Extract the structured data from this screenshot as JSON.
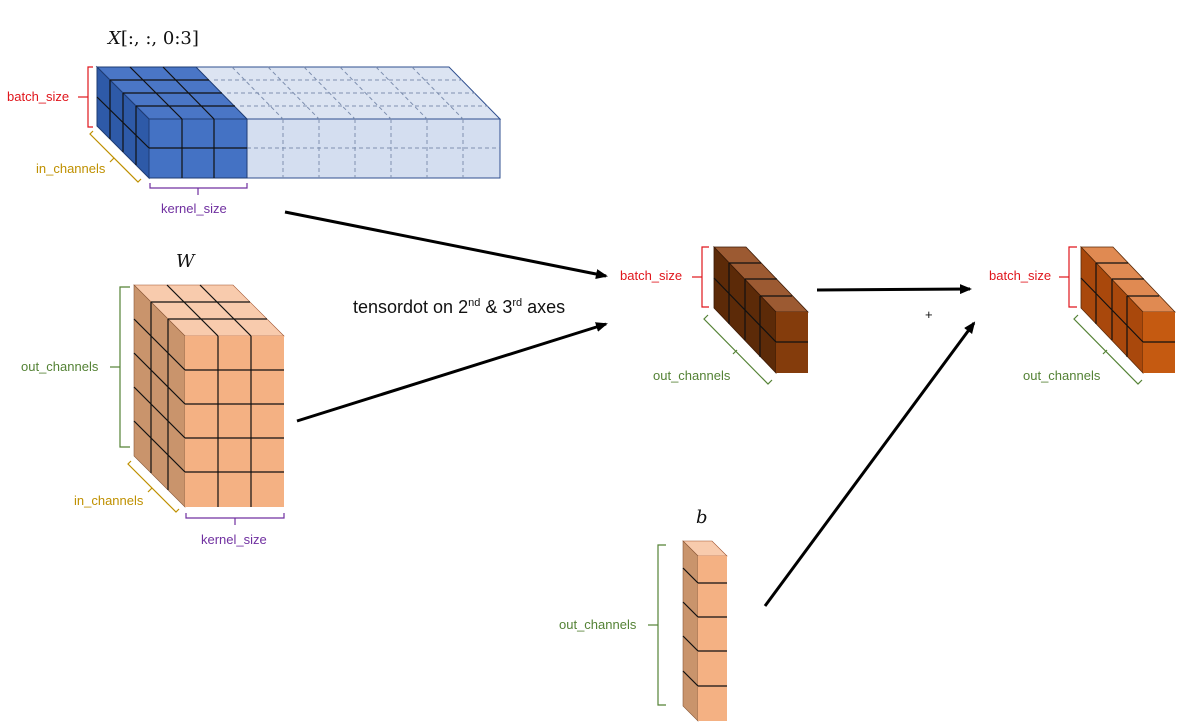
{
  "colors": {
    "batch": "#e0161c",
    "in_channels": "#bf9000",
    "kernel": "#7030a0",
    "out_channels": "#548235",
    "x_dark": "#4472c4",
    "x_light": "#d4def0",
    "w_orange": "#f4b183",
    "mid_brown": "#843c0c",
    "out_orange": "#c55a11"
  },
  "x_tensor": {
    "title_var": "X",
    "title_idx": "[:, :, 0:3]",
    "batch_label": "batch_size",
    "in_label": "in_channels",
    "kernel_label": "kernel_size"
  },
  "w_tensor": {
    "title": "W",
    "out_label": "out_channels",
    "in_label": "in_channels",
    "kernel_label": "kernel_size"
  },
  "op_text": {
    "prefix": "tensordot on 2",
    "sup1": "nd",
    "mid": " & 3",
    "sup2": "rd",
    "suffix": " axes"
  },
  "mid_result": {
    "batch_label": "batch_size",
    "out_label": "out_channels"
  },
  "plus": "+",
  "final_result": {
    "batch_label": "batch_size",
    "out_label": "out_channels"
  },
  "bias": {
    "title": "b",
    "out_label": "out_channels"
  }
}
